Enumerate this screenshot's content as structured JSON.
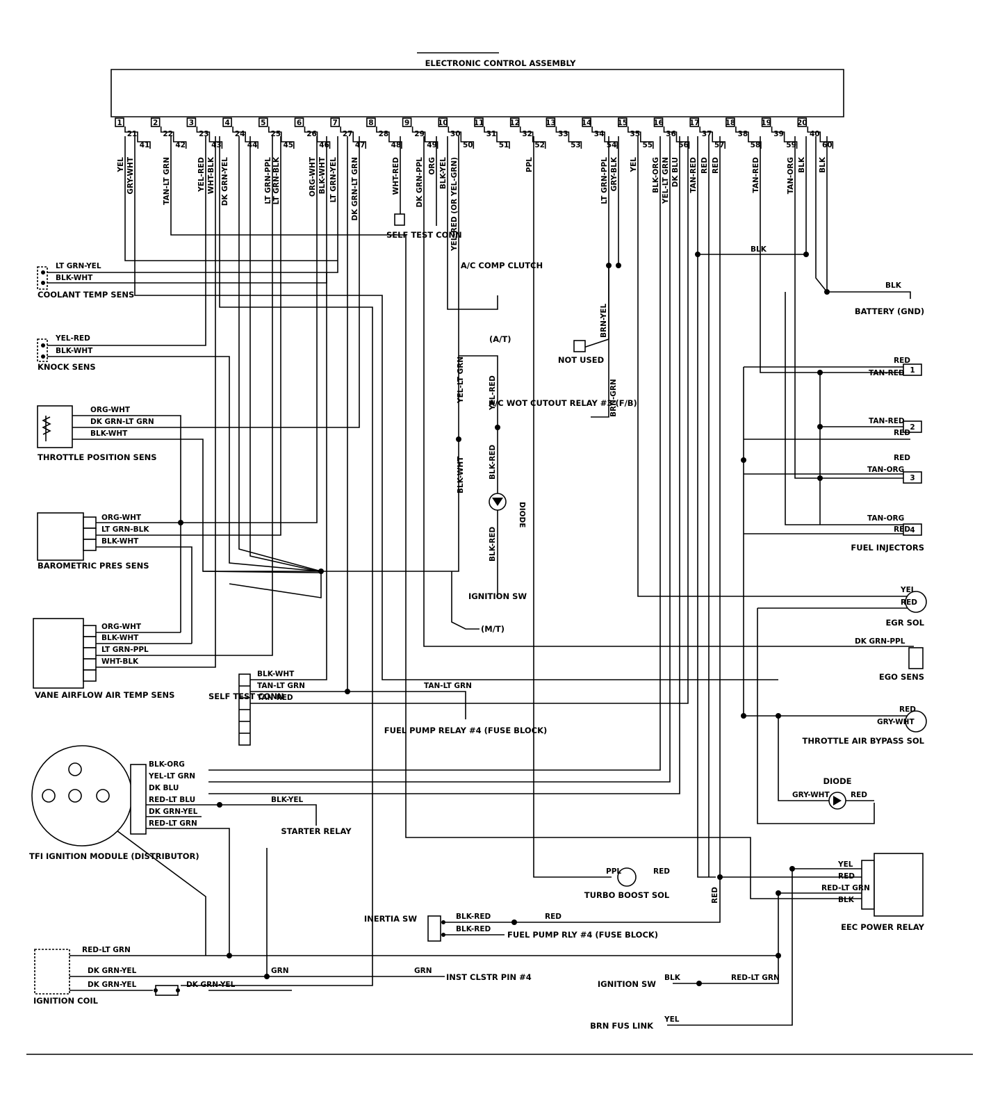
{
  "title": "ELECTRONIC CONTROL ASSEMBLY",
  "ecu_pins_top": [
    "1",
    "2",
    "3",
    "4",
    "5",
    "6",
    "7",
    "8",
    "9",
    "10",
    "11",
    "12",
    "13",
    "14",
    "15",
    "16",
    "17",
    "18",
    "19",
    "20"
  ],
  "ecu_pins_mid": [
    "21",
    "22",
    "23",
    "24",
    "25",
    "26",
    "27",
    "28",
    "29",
    "30",
    "31",
    "32",
    "33",
    "34",
    "35",
    "36",
    "37",
    "38",
    "39",
    "40"
  ],
  "ecu_pins_bot": [
    "41",
    "42",
    "43",
    "44",
    "45",
    "46",
    "47",
    "48",
    "49",
    "50",
    "51",
    "52",
    "53",
    "54",
    "55",
    "56",
    "57",
    "58",
    "59",
    "60"
  ],
  "ecu_wire_colors": [
    "YEL",
    "GRY-WHT",
    "TAN-LT GRN",
    "YEL-RED",
    "WHT-BLK",
    "DK GRN-YEL",
    "LT GRN-PPL",
    "LT GRN-BLK",
    "ORG-WHT",
    "BLK-WHT",
    "LT GRN-YEL",
    "DK GRN-LT GRN",
    "WHT-RED",
    "DK GRN-PPL",
    "ORG",
    "BLK-YEL",
    "YEL-RED (OR YEL-GRN)",
    "PPL",
    "LT GRN-PPL",
    "GRY-BLK",
    "YEL",
    "BLK-ORG",
    "YEL-LT GRN",
    "DK BLU",
    "TAN-RED",
    "RED",
    "RED",
    "TAN-RED",
    "TAN-ORG",
    "BLK",
    "BLK"
  ],
  "components": {
    "coolant_temp_sens": "COOLANT TEMP SENS",
    "knock_sens": "KNOCK SENS",
    "throttle_position_sens": "THROTTLE POSITION SENS",
    "barometric_pres_sens": "BAROMETRIC PRES SENS",
    "vane_airflow": "VANE AIRFLOW AIR TEMP SENS",
    "self_test_conn_lower": "SELF TEST CONN",
    "self_test_conn_upper": "SELF TEST CONN",
    "tfi_module": "TFI IGNITION MODULE (DISTRIBUTOR)",
    "ignition_coil": "IGNITION COIL",
    "starter_relay": "STARTER RELAY",
    "ac_comp_clutch": "A/C COMP CLUTCH",
    "diode_mid": "DIODE",
    "ignition_sw_mid": "IGNITION SW",
    "fuel_pump_relay": "FUEL PUMP RELAY #4 (FUSE BLOCK)",
    "not_used": "NOT USED",
    "ac_wot_relay": "A/C WOT CUTOUT RELAY #3 (F/B)",
    "battery_gnd": "BATTERY (GND)",
    "fuel_injectors": "FUEL INJECTORS",
    "egr_sol": "EGR SOL",
    "ego_sens": "EGO SENS",
    "throttle_air_bypass": "THROTTLE AIR BYPASS SOL",
    "diode_right": "DIODE",
    "eec_power_relay": "EEC POWER RELAY",
    "turbo_boost_sol": "TURBO BOOST SOL",
    "inertia_sw": "INERTIA SW",
    "fuel_pump_rly_fuse": "FUEL PUMP RLY #4 (FUSE BLOCK)",
    "inst_clstr": "INST CLSTR PIN #4",
    "ignition_sw_bottom": "IGNITION SW",
    "brn_fus_link": "BRN FUS LINK"
  },
  "injector_numbers": [
    "1",
    "2",
    "3",
    "4"
  ],
  "markers": {
    "at": "(A/T)",
    "mt": "(M/T)"
  },
  "wire_labels": {
    "lt_grn_yel": "LT GRN-YEL",
    "blk_wht": "BLK-WHT",
    "yel_red": "YEL-RED",
    "org_wht": "ORG-WHT",
    "dk_grn_lt_grn": "DK GRN-LT GRN",
    "lt_grn_blk": "LT GRN-BLK",
    "lt_grn_ppl": "LT GRN-PPL",
    "wht_blk": "WHT-BLK",
    "tan_lt_grn": "TAN-LT GRN",
    "tan_red": "TAN-RED",
    "blk_org": "BLK-ORG",
    "yel_lt_grn": "YEL-LT GRN",
    "dk_blu": "DK BLU",
    "red_lt_blu": "RED-LT BLU",
    "dk_grn_yel": "DK GRN-YEL",
    "red_lt_grn": "RED-LT GRN",
    "blk_yel": "BLK-YEL",
    "grn": "GRN",
    "blk": "BLK",
    "red": "RED",
    "tan_org": "TAN-ORG",
    "yel": "YEL",
    "dk_grn_ppl": "DK GRN-PPL",
    "gry_wht": "GRY-WHT",
    "ppl": "PPL",
    "blk_red": "BLK-RED",
    "brn_yel": "BRN-YEL",
    "brn_grn": "BRN-GRN",
    "yel_lt_grn_v": "YEL-LT GRN",
    "yel_red_v": "YEL-RED",
    "blk_red_v": "BLK-RED",
    "blk_wht_v": "BLK-WHT"
  }
}
